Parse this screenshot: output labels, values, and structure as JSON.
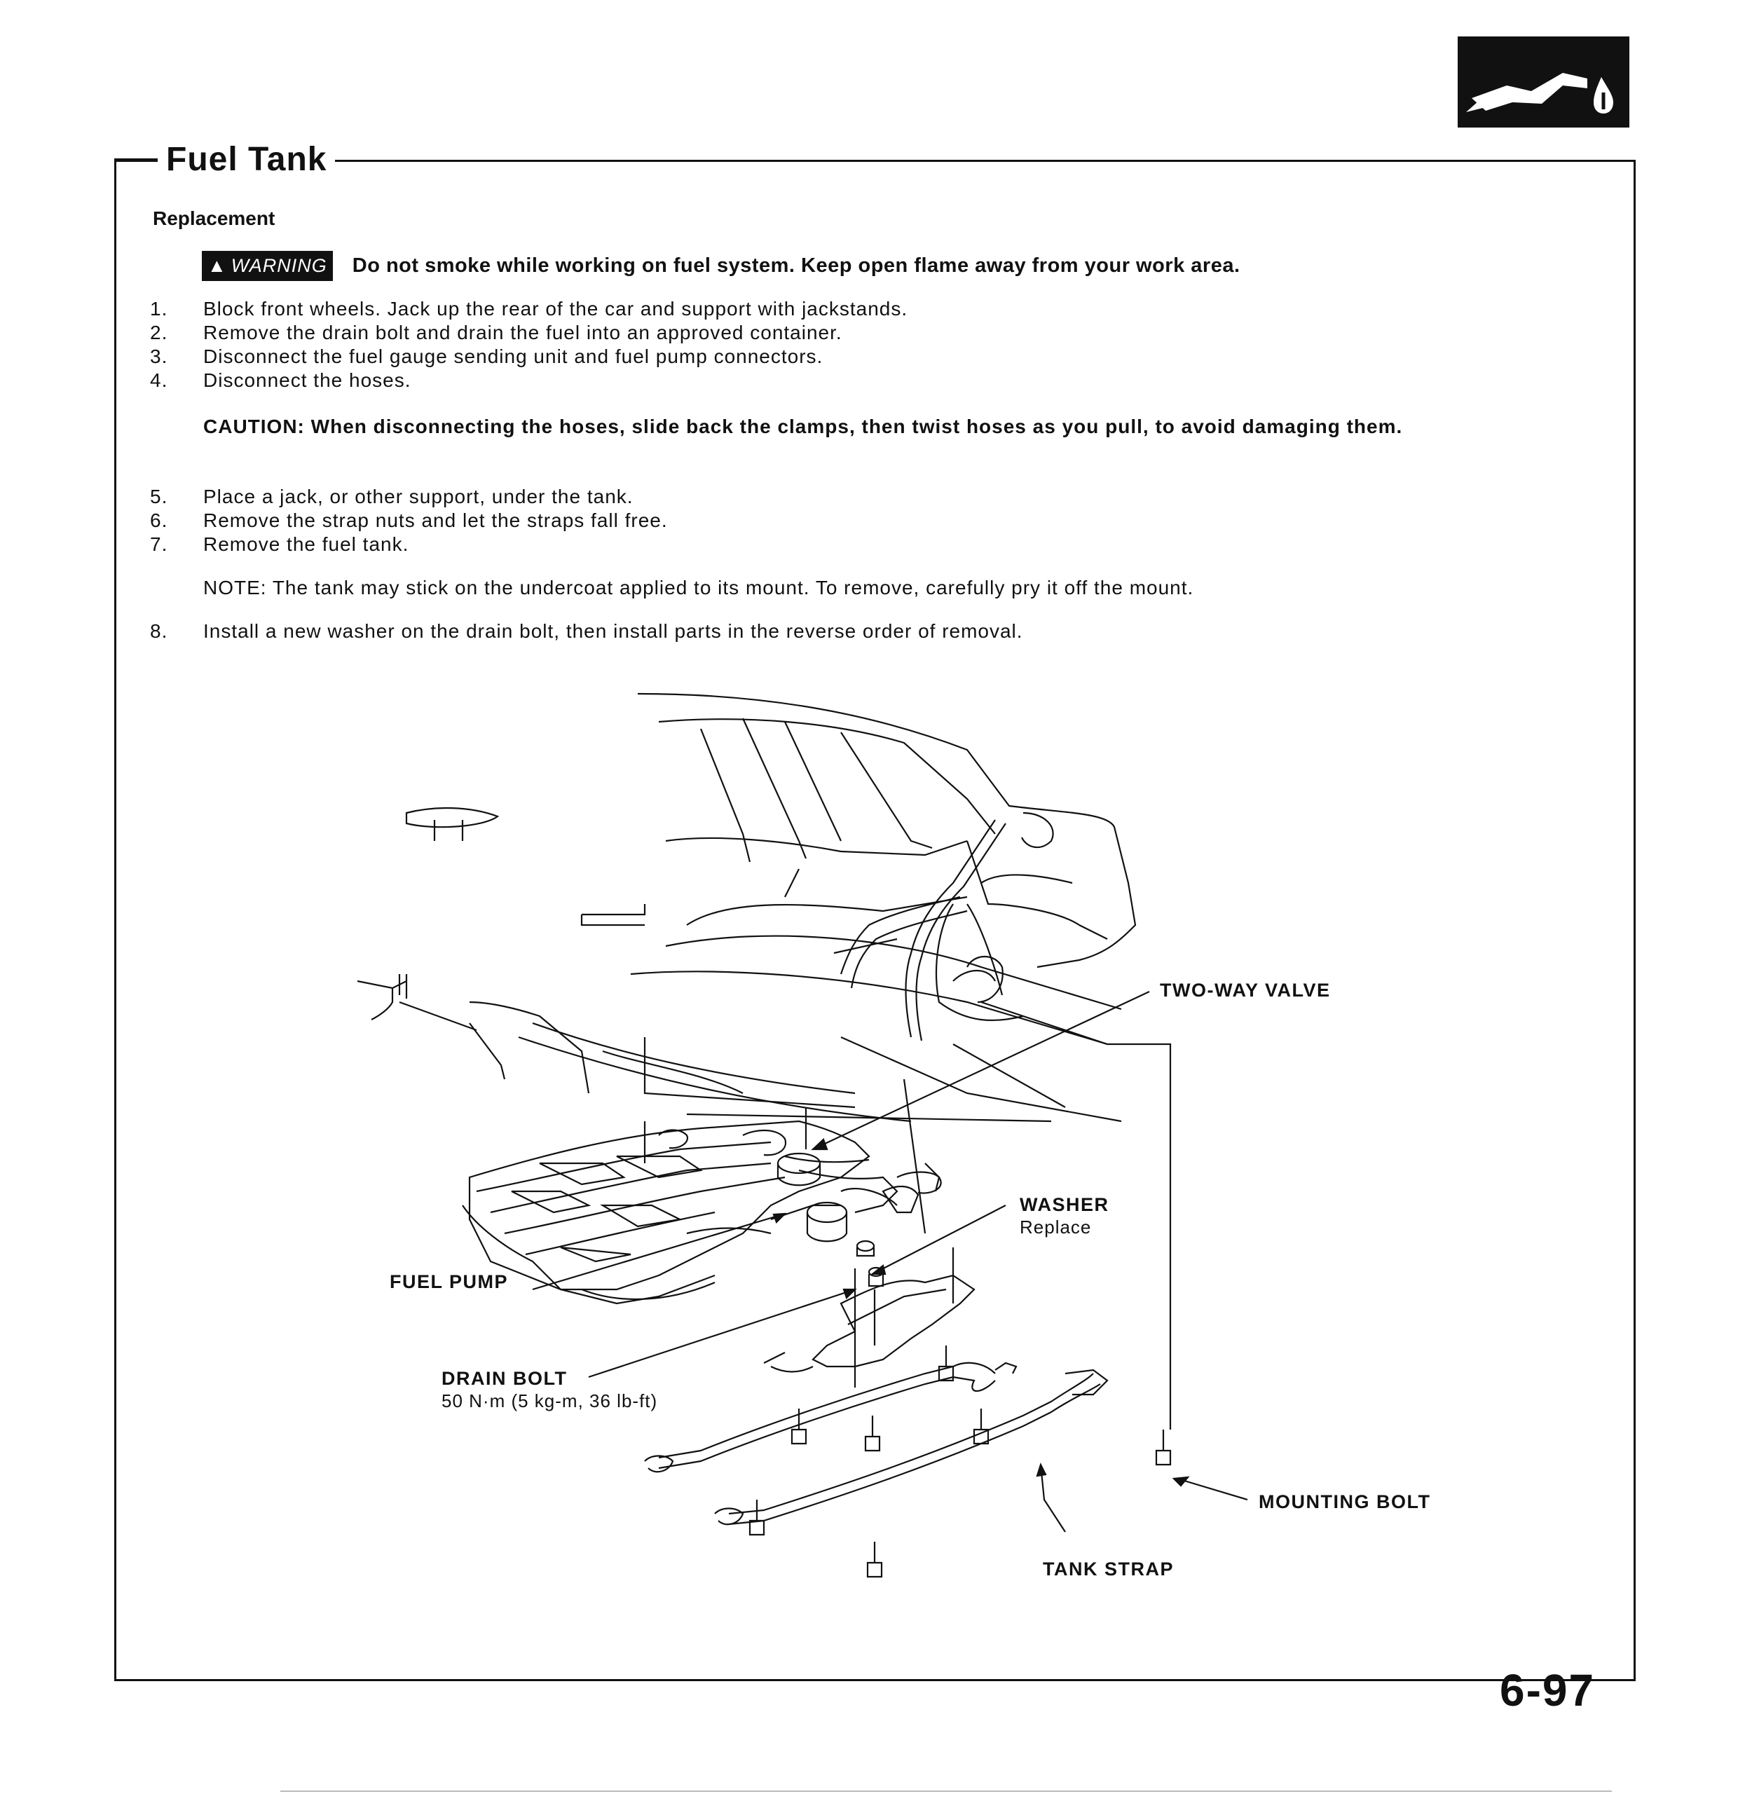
{
  "header": {
    "title": "Fuel Tank",
    "section": "Replacement",
    "badge_icon": "fuel-nozzle-icon"
  },
  "warning": {
    "badge": "WARNING",
    "text": "Do not smoke while working on fuel system. Keep open flame away from your work area."
  },
  "steps_a": [
    {
      "num": "1.",
      "text": "Block front wheels. Jack up the rear of the car and support with jackstands."
    },
    {
      "num": "2.",
      "text": "Remove the drain bolt and drain the fuel into an approved container."
    },
    {
      "num": "3.",
      "text": "Disconnect the fuel gauge sending unit and fuel pump connectors."
    },
    {
      "num": "4.",
      "text": "Disconnect the hoses."
    }
  ],
  "caution": {
    "label": "CAUTION:",
    "text": "When disconnecting the hoses, slide back the clamps, then twist hoses as you pull, to avoid damaging them."
  },
  "steps_b": [
    {
      "num": "5.",
      "text": "Place a jack, or other support, under the tank."
    },
    {
      "num": "6.",
      "text": "Remove the strap nuts and let the straps fall free."
    },
    {
      "num": "7.",
      "text": "Remove the fuel tank."
    }
  ],
  "note": {
    "text": "NOTE: The tank may stick on the undercoat applied to its mount. To remove, carefully pry it off the mount."
  },
  "step_8": {
    "num": "8.",
    "text": "Install a new washer on the drain bolt, then install parts in the reverse order of removal."
  },
  "diagram_labels": {
    "two_way_valve": "TWO-WAY VALVE",
    "washer": "WASHER",
    "washer_sub": "Replace",
    "fuel_pump": "FUEL PUMP",
    "drain_bolt": "DRAIN BOLT",
    "drain_bolt_sub": "50 N·m (5 kg-m, 36 lb-ft)",
    "mounting_bolt": "MOUNTING BOLT",
    "tank_strap": "TANK STRAP"
  },
  "footer": {
    "page_number": "6-97"
  }
}
